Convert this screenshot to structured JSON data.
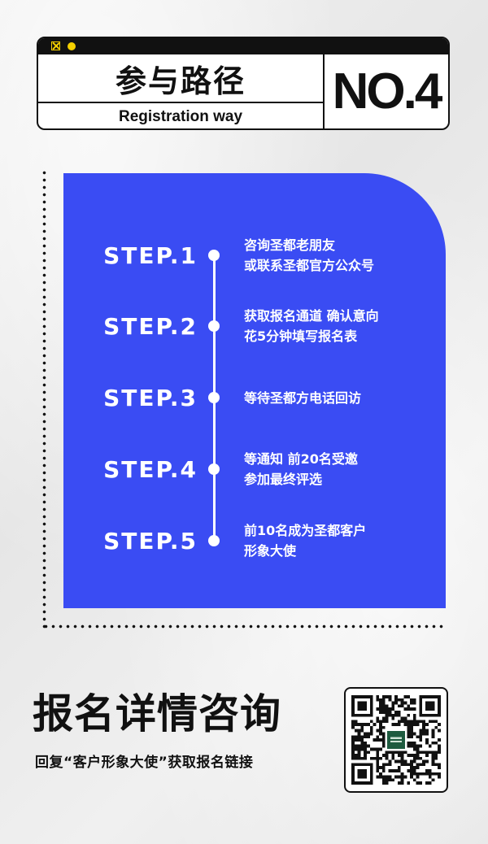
{
  "header": {
    "title": "参与路径",
    "subtitle": "Registration way",
    "number": "NO.4"
  },
  "steps": [
    {
      "label": "STEP.1",
      "lines": [
        "咨询圣都老朋友",
        "或联系圣都官方公众号"
      ]
    },
    {
      "label": "STEP.2",
      "lines": [
        "获取报名通道 确认意向",
        "花5分钟填写报名表"
      ]
    },
    {
      "label": "STEP.3",
      "lines": [
        "等待圣都方电话回访",
        ""
      ]
    },
    {
      "label": "STEP.4",
      "lines": [
        "等通知 前20名受邀",
        "参加最终评选"
      ]
    },
    {
      "label": "STEP.5",
      "lines": [
        "前10名成为圣都客户",
        "形象大使"
      ]
    }
  ],
  "footer": {
    "title": "报名详情咨询",
    "subtitle": "回复“客户形象大使”获取报名链接"
  },
  "colors": {
    "accent_blue": "#3a4cf3",
    "window_yellow": "#f5d000",
    "qr_logo_green": "#1e5b3f"
  },
  "icons": [
    "close-window-icon",
    "window-dot-icon",
    "qr-code"
  ]
}
